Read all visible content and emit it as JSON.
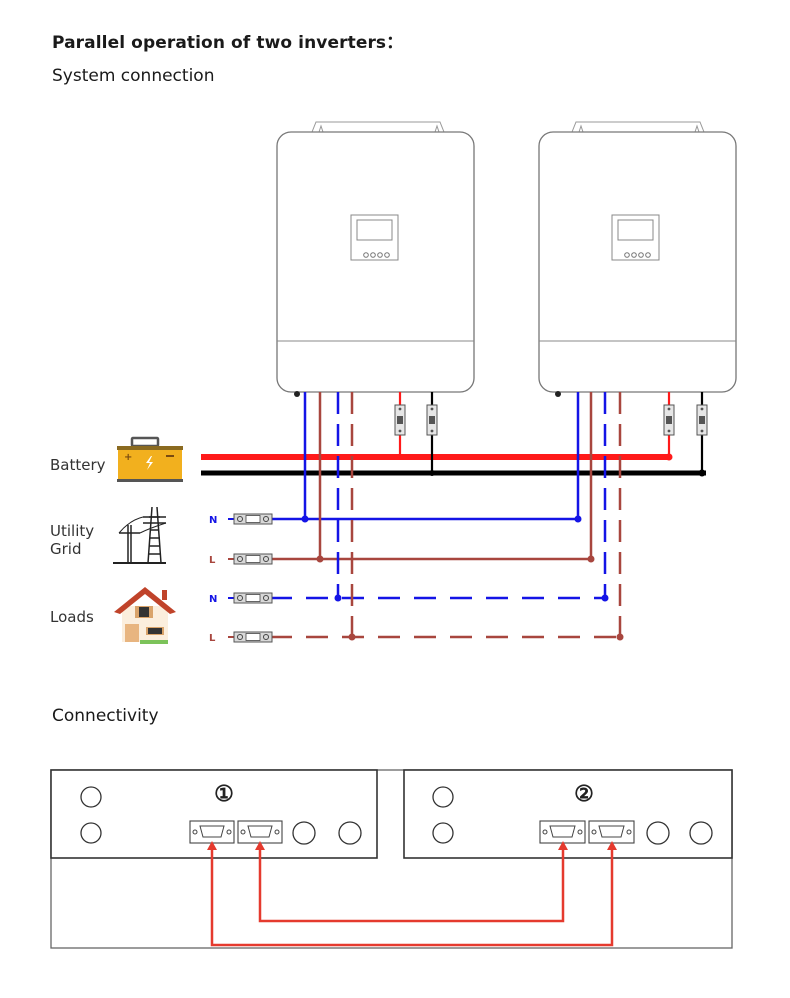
{
  "header": {
    "title": "Parallel operation of two inverters：",
    "system_connection": "System connection",
    "connectivity": "Connectivity"
  },
  "legend": {
    "battery": "Battery",
    "utility_line1": "Utility",
    "utility_line2": "Grid",
    "loads": "Loads"
  },
  "terminals": {
    "grid_n": "N",
    "grid_l": "L",
    "load_n": "N",
    "load_l": "L"
  },
  "inverters": [
    {
      "id": "inverter-1",
      "marker": "①"
    },
    {
      "id": "inverter-2",
      "marker": "②"
    }
  ],
  "colors": {
    "battery_positive": "#ff1a1a",
    "battery_negative": "#000000",
    "neutral": "#1414e6",
    "line": "#a8463e",
    "parallel_cable": "#e53a2e",
    "battery_icon": "#f2b01e"
  }
}
